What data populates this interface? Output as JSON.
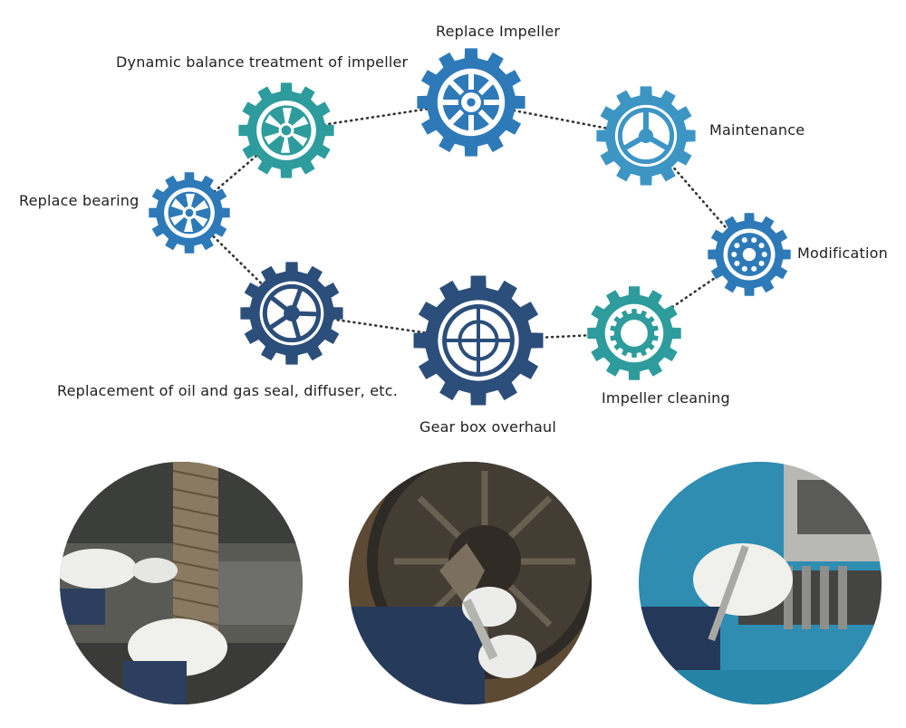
{
  "diagram": {
    "nodes": [
      {
        "label": "Replace Impeller",
        "color": "#2e7ab8"
      },
      {
        "label": "Maintenance",
        "color": "#3d95c4"
      },
      {
        "label": "Modification",
        "color": "#2e7ab8"
      },
      {
        "label": "Impeller cleaning",
        "color": "#2e9c9c"
      },
      {
        "label": "Gear box overhaul",
        "color": "#2c4e7a"
      },
      {
        "label": "Replacement of oil and gas seal, diffuser, etc.",
        "color": "#2c4e7a"
      },
      {
        "label": "Replace bearing",
        "color": "#2e7ab8"
      },
      {
        "label": "Dynamic balance treatment of impeller",
        "color": "#2e9c9c"
      }
    ]
  },
  "photos": [
    {
      "icon": "gear-shaft-photo"
    },
    {
      "icon": "impeller-photo"
    },
    {
      "icon": "bearing-photo"
    }
  ]
}
